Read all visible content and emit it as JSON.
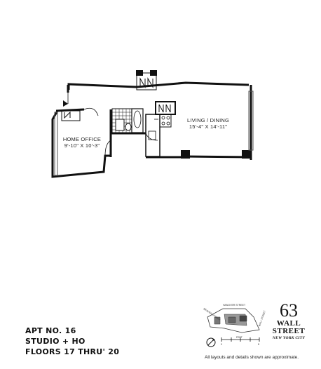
{
  "rooms": {
    "home_office": {
      "name": "HOME OFFICE",
      "dims": "9'-10\" X 10'-3\""
    },
    "living_dining": {
      "name": "LIVING / DINING",
      "dims": "15'-4\" X 14'-11\""
    }
  },
  "apartment": {
    "number": "APT NO. 16",
    "type": "STUDIO + HO",
    "floors": "FLOORS 17 THRU' 20"
  },
  "brand": {
    "number": "63",
    "line1": "WALL",
    "line2": "STREET",
    "city": "NEW YORK CITY"
  },
  "keyplan": {
    "street_top": "HANOVER STREET",
    "street_left": "BEAVER STREET",
    "street_right": "WALL STREET",
    "scale_label": "FEET",
    "scale_start": "0",
    "scale_end": "8"
  },
  "disclaimer": "All layouts and details shown are approximate.",
  "colors": {
    "wall": "#111111",
    "window": "#555555"
  }
}
